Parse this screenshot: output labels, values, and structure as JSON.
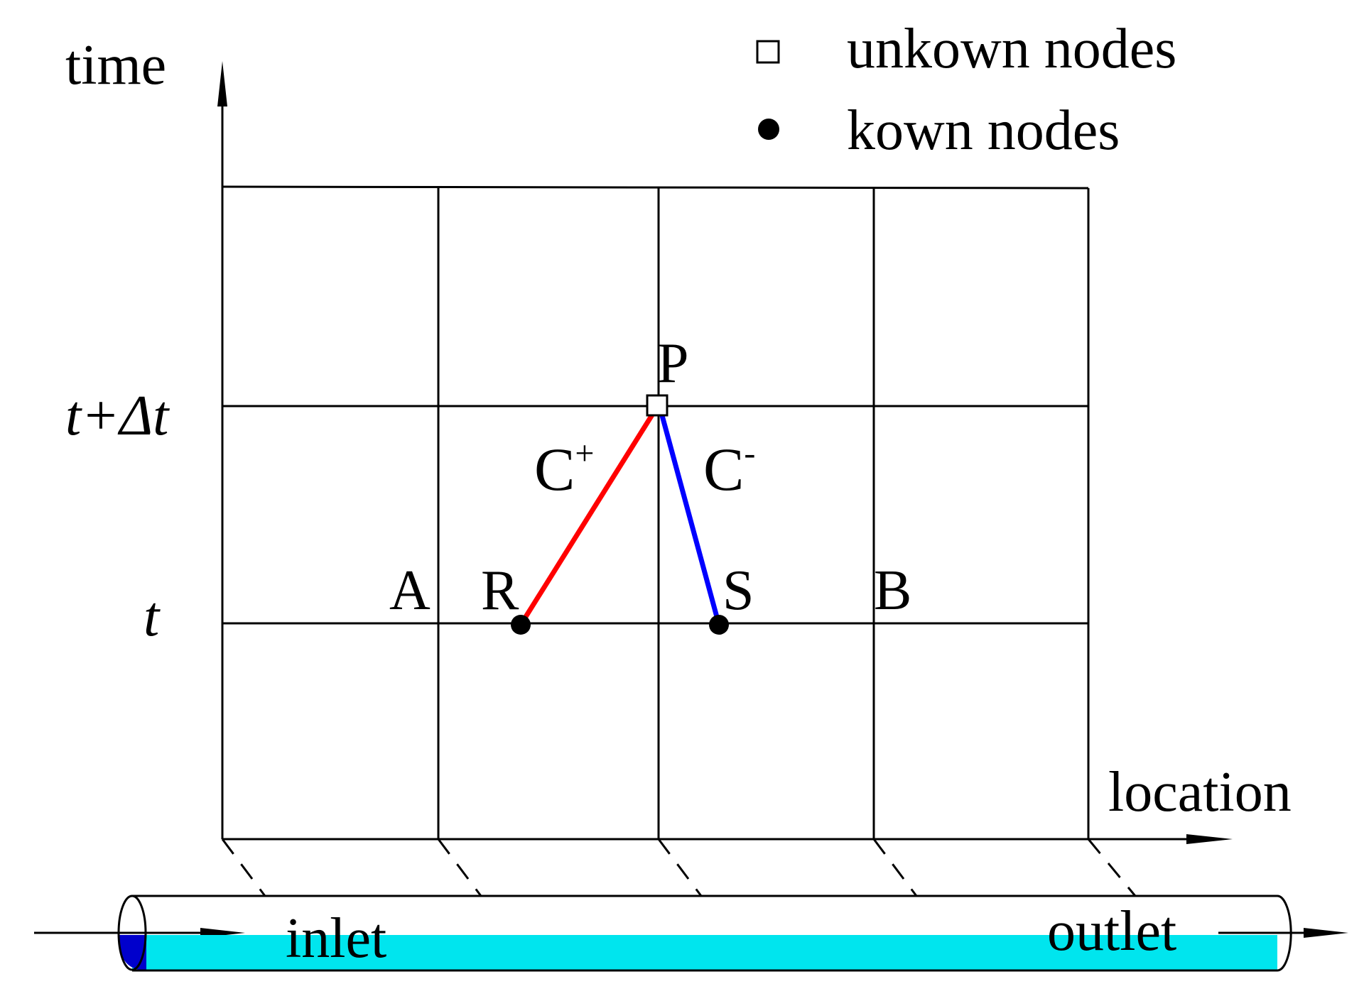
{
  "legend": {
    "unknown_label": "unkown nodes",
    "known_label": "kown nodes"
  },
  "axes": {
    "y_label": "time",
    "x_label": "location",
    "tick_t_plus": "t+Δt",
    "tick_t": "t"
  },
  "nodes": {
    "A": "A",
    "R": "R",
    "P": "P",
    "S": "S",
    "B": "B"
  },
  "characteristics": {
    "c_plus_letter": "C",
    "c_plus_sup": "+",
    "c_minus_letter": "C",
    "c_minus_sup": "-",
    "c_plus_color": "#ff0000",
    "c_minus_color": "#0000ff"
  },
  "pipe": {
    "inlet": "inlet",
    "outlet": "outlet",
    "water_color": "#00e5ee",
    "inlet_cap_color": "#0000cc"
  },
  "icons": {
    "unknown_node": "open-square-icon",
    "known_node": "filled-circle-icon",
    "flow_direction": "arrow-right-icon"
  }
}
